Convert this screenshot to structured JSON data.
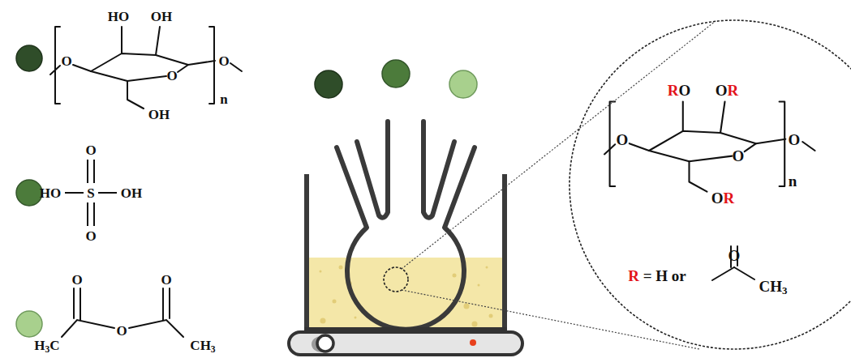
{
  "diagram": {
    "nodes": [
      {
        "text": [
          "RO",
          "OR",
          "O",
          "O",
          "O",
          "OR",
          "n",
          "R = H or",
          "O",
          "CH3"
        ]
      }
    ],
    "labels": [
      "HO",
      "OH",
      "O",
      "O",
      "O",
      "OH",
      "n",
      "O",
      "HO",
      "S",
      "OH",
      "O",
      "O",
      "O",
      "H3C",
      "O",
      "CH3"
    ]
  }
}
